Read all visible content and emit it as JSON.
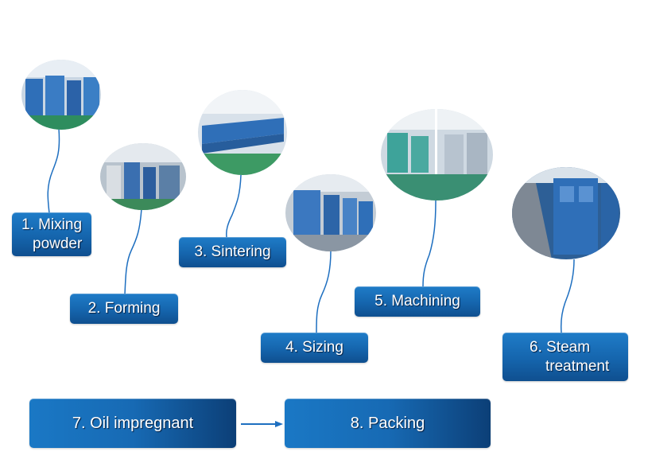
{
  "steps": [
    {
      "id": 1,
      "line1": "1. Mixing",
      "line2": "powder"
    },
    {
      "id": 2,
      "line1": "2. Forming"
    },
    {
      "id": 3,
      "line1": "3. Sintering"
    },
    {
      "id": 4,
      "line1": "4. Sizing"
    },
    {
      "id": 5,
      "line1": "5. Machining"
    },
    {
      "id": 6,
      "line1": "6. Steam",
      "line2": "treatment"
    }
  ],
  "flow": [
    {
      "label": "7. Oil impregnant"
    },
    {
      "label": "8. Packing"
    }
  ],
  "colors": {
    "box_blue": "#1565ad",
    "connector": "#1e6fc0",
    "machine_blue": "#2f6fb8"
  },
  "photos": [
    {
      "step": 1,
      "subject": "factory-photo"
    },
    {
      "step": 2,
      "subject": "factory-photo"
    },
    {
      "step": 3,
      "subject": "factory-photo"
    },
    {
      "step": 4,
      "subject": "factory-photo"
    },
    {
      "step": 5,
      "subject": "factory-photo"
    },
    {
      "step": 6,
      "subject": "factory-photo"
    }
  ]
}
